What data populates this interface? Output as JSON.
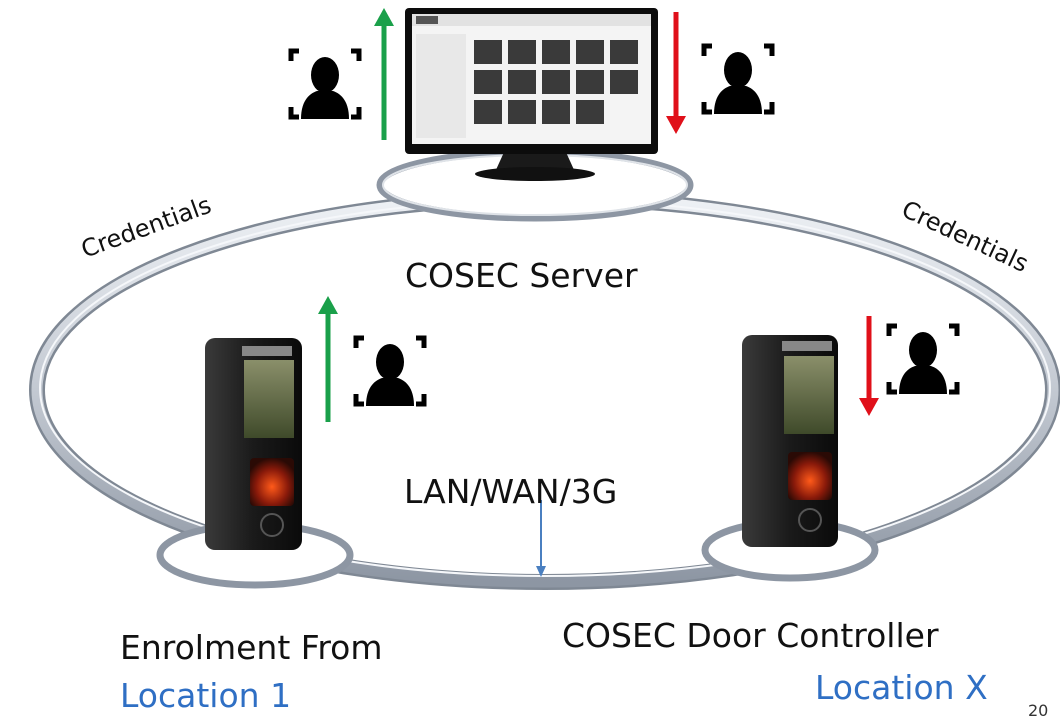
{
  "labels": {
    "server": "COSEC Server",
    "network": "LAN/WAN/3G",
    "enrolment": "Enrolment From",
    "enrolment_location": "Location 1",
    "door_controller": "COSEC Door Controller",
    "door_location": "Location X",
    "credentials_left": "Credentials",
    "credentials_right": "Credentials",
    "page_number": "20"
  },
  "icons": {
    "user": "user-face-scan-icon",
    "up_arrow": "arrow-up-icon",
    "down_arrow": "arrow-down-icon"
  },
  "colors": {
    "upload_arrow": "#1aa04a",
    "download_arrow": "#e0101a",
    "location_text": "#2f6fc4",
    "network_arrow": "#4a7fc0",
    "ring": "#c9ced6"
  }
}
